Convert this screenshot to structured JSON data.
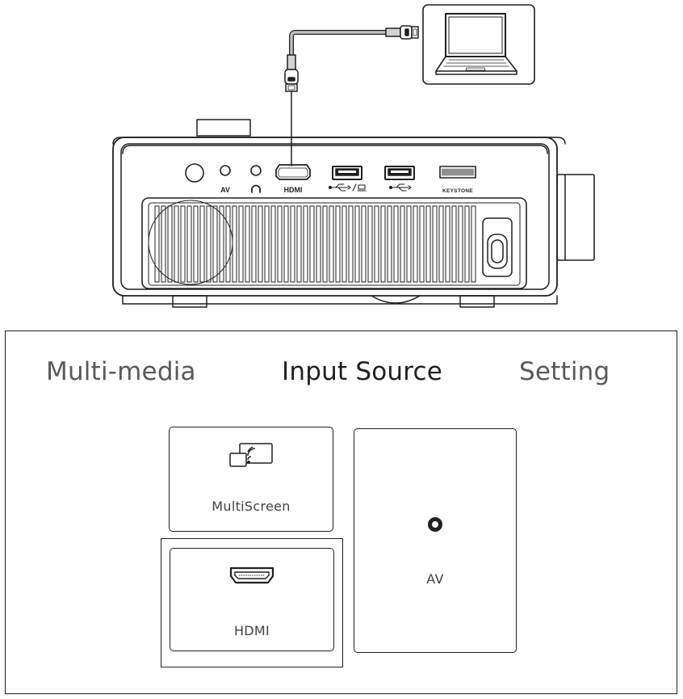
{
  "diagram": {
    "port_labels": {
      "av": "AV",
      "hdmi": "HDMI",
      "keystone": "KEYSTONE"
    }
  },
  "menu": {
    "tabs": [
      {
        "label": "Multi-media",
        "active": false
      },
      {
        "label": "Input Source",
        "active": true
      },
      {
        "label": "Setting",
        "active": false
      }
    ],
    "sources": [
      {
        "label": "MultiScreen",
        "icon": "screen-cast-icon"
      },
      {
        "label": "AV",
        "icon": "av-jack-icon"
      },
      {
        "label": "HDMI",
        "icon": "hdmi-port-icon",
        "selected": true
      }
    ]
  },
  "colors": {
    "ink": "#231f20",
    "tab_inactive": "#58595b",
    "label_gray": "#414042"
  }
}
